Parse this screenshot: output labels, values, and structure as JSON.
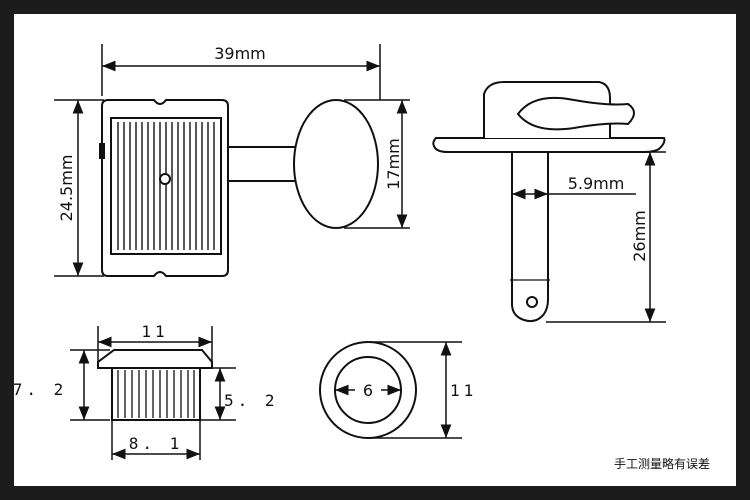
{
  "dimensions": {
    "width_39": "39mm",
    "height_24_5": "24.5mm",
    "knob_17": "17mm",
    "shaft_5_9": "5.9mm",
    "shaft_26": "26mm",
    "bushing_top_11": "11",
    "bushing_height_7_2": "7. 2",
    "bushing_sleeve_5_2": "5. 2",
    "bushing_bottom_8_1": "8. 1",
    "washer_inner_6": "6",
    "washer_outer_11": "11"
  },
  "note": "手工测量略有误差",
  "colors": {
    "background": "#1c1c1c",
    "paper": "#ffffff",
    "ink": "#111111"
  }
}
